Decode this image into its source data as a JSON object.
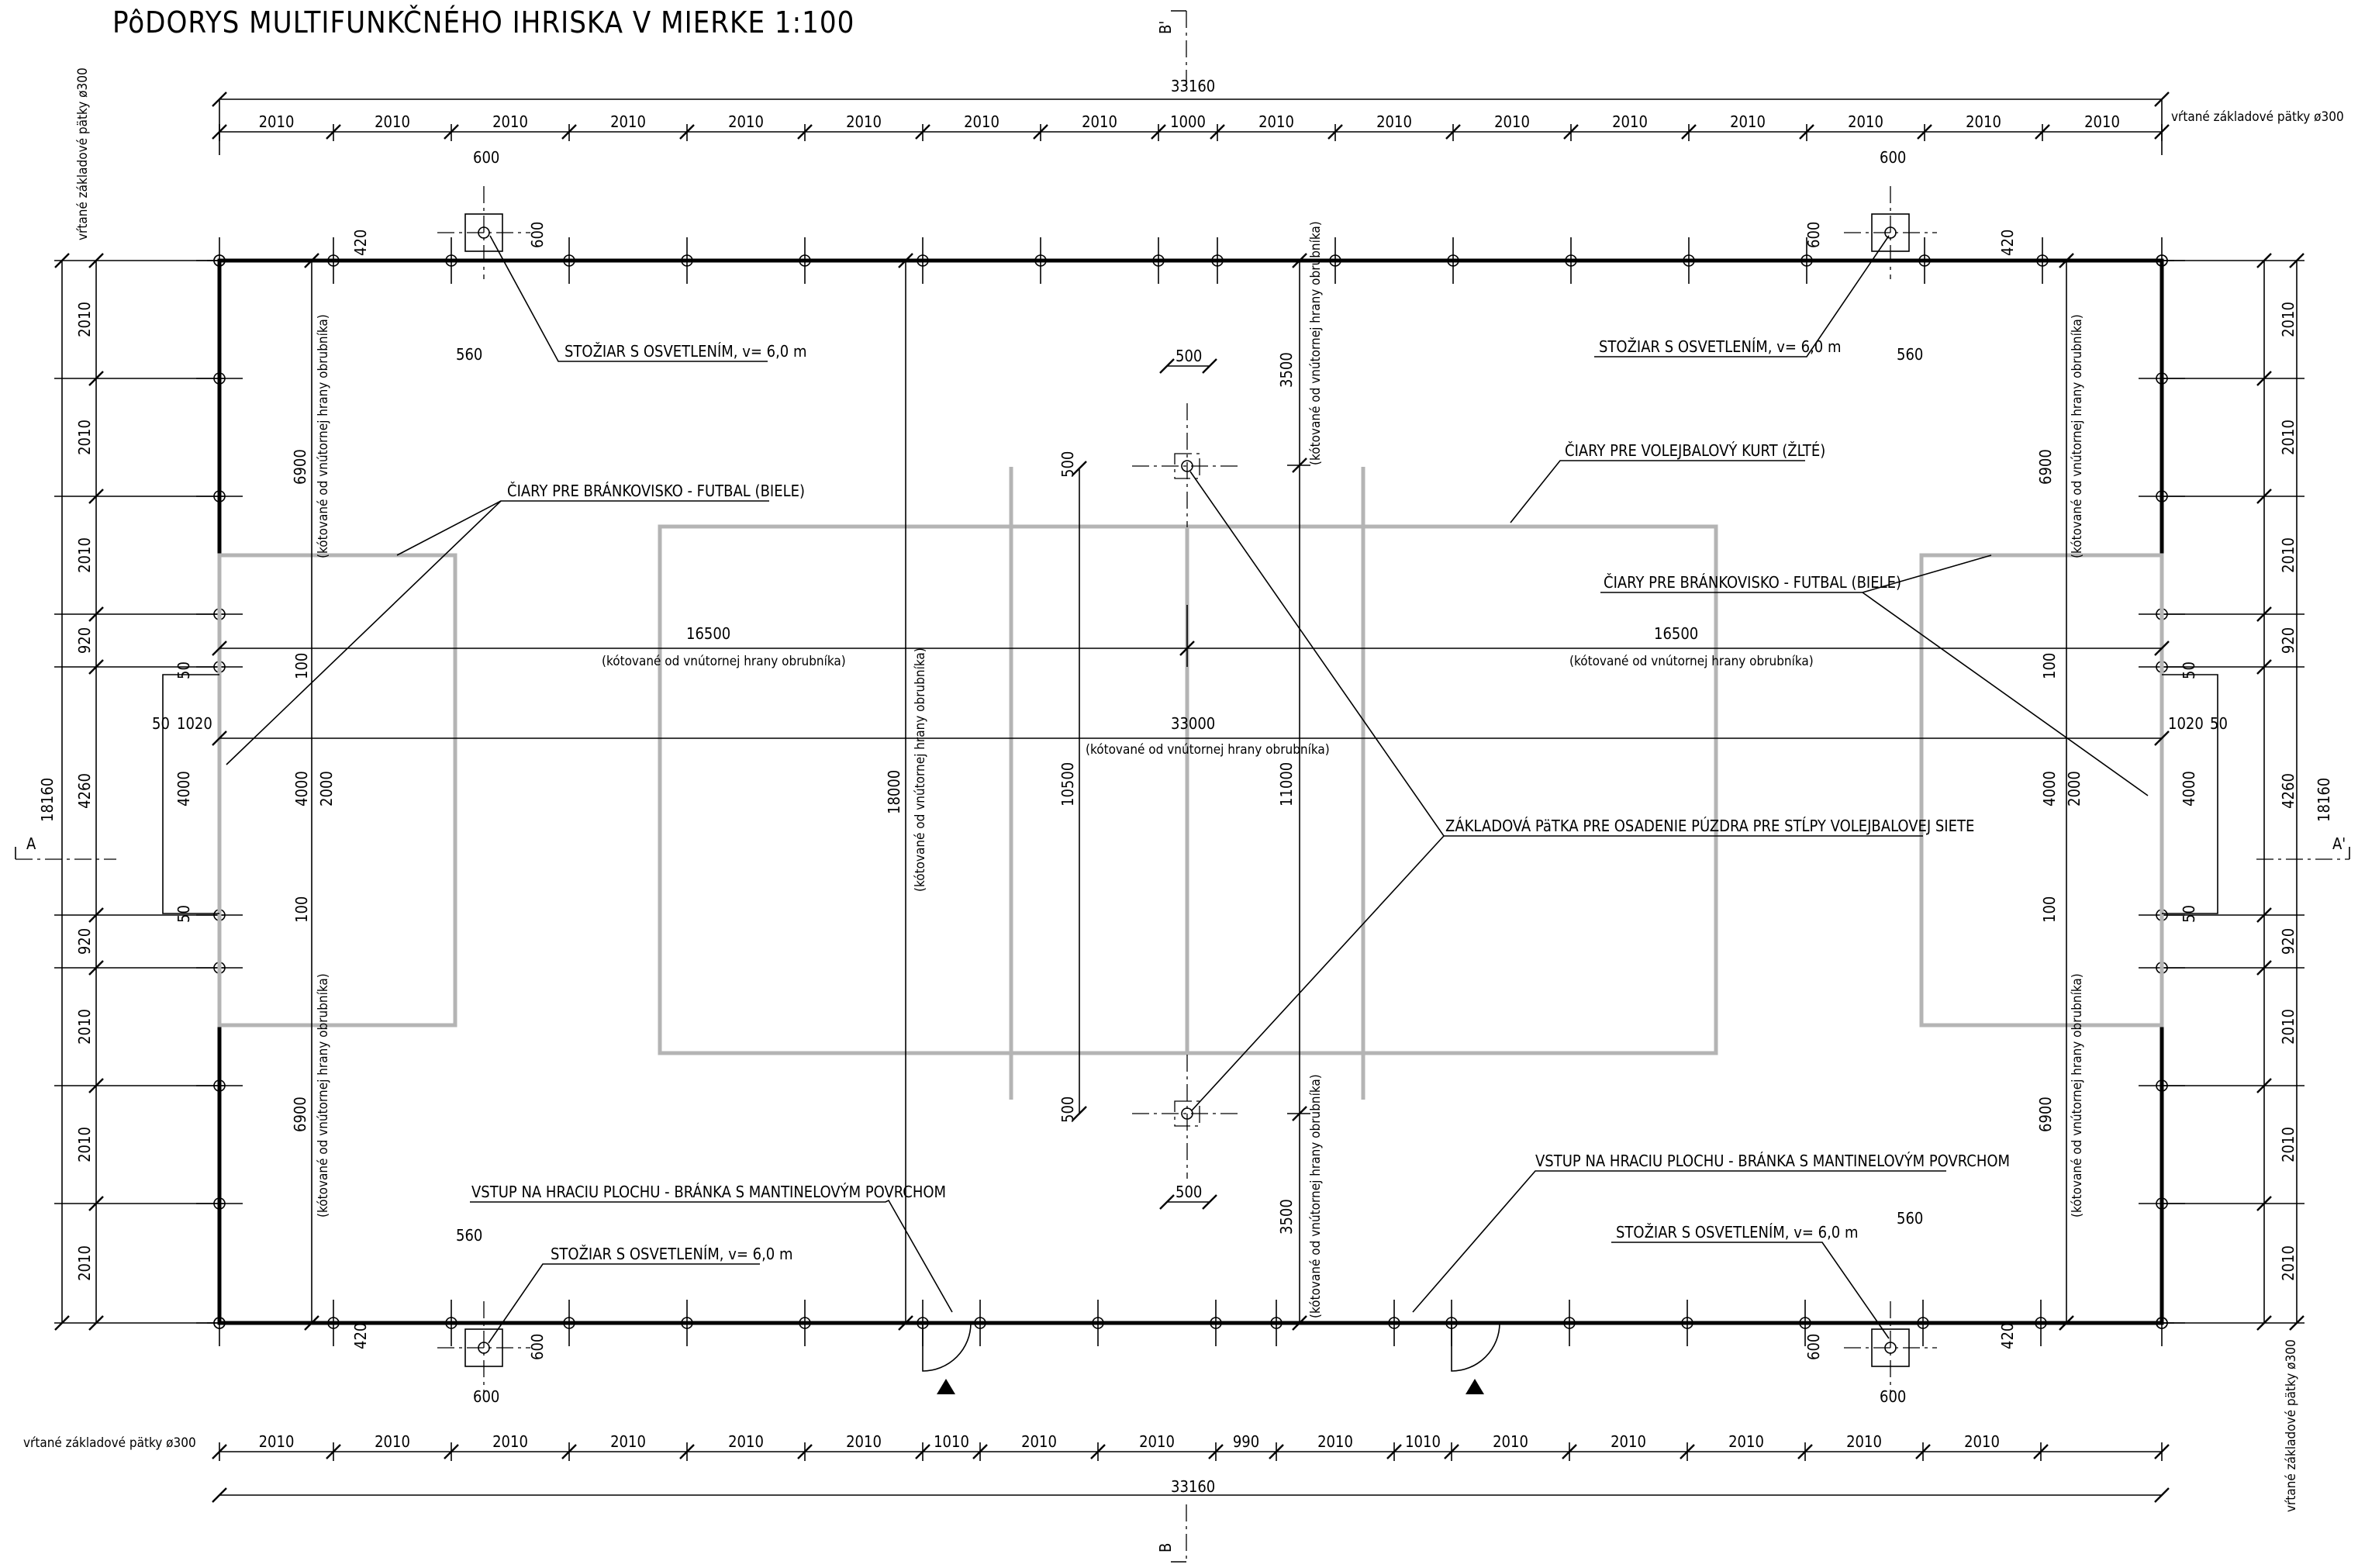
{
  "title": "PôDORYS MULTIFUNKČNÉHO IHRISKA V MIERKE 1:100",
  "sections": {
    "a_left": "A",
    "a_right": "A'",
    "b_top": "B'",
    "b_bottom": "B"
  },
  "footing_note": "vŕtané základové pätky ø300",
  "top_total": "33160",
  "top_dims": [
    "2010",
    "2010",
    "2010",
    "2010",
    "2010",
    "2010",
    "2010",
    "2010",
    "1000",
    "2010",
    "2010",
    "2010",
    "2010",
    "2010",
    "2010",
    "2010",
    "2010"
  ],
  "bottom_total": "33160",
  "bottom_dims": [
    "2010",
    "2010",
    "2010",
    "2010",
    "2010",
    "2010",
    "1010",
    "2010",
    "2010",
    "990",
    "2010",
    "1010",
    "2010",
    "2010",
    "2010",
    "2010",
    "2010"
  ],
  "left_total": "18160",
  "side_dims": [
    "2010",
    "2010",
    "2010",
    "920",
    "4260",
    "920",
    "2010",
    "2010",
    "2010"
  ],
  "small": {
    "d600": "600",
    "d420": "420",
    "d560": "560",
    "d500": "500",
    "d50": "50",
    "d1020": "1020",
    "d100": "100",
    "d4000": "4000",
    "d2000": "2000"
  },
  "inner": {
    "d6900": "6900",
    "d16500": "16500",
    "d33000": "33000",
    "d18000": "18000",
    "d10500": "10500",
    "d11000": "11000",
    "d3500": "3500",
    "note": "(kótované od vnútornej hrany obrubníka)"
  },
  "labels": {
    "mast": "STOŽIAR S OSVETLENÍM, v= 6,0 m",
    "goal_lines": "ČIARY PRE BRÁNKOVISKO - FUTBAL (BIELE)",
    "volley_lines": "ČIARY PRE VOLEJBALOVÝ KURT (ŽLTÉ)",
    "net_footing": "ZÁKLADOVÁ PäTKA PRE OSADENIE PÚZDRA PRE STĹPY VOLEJBALOVEJ SIETE",
    "entry": "VSTUP NA HRACIU PLOCHU - BRÁNKA S MANTINELOVÝM POVRCHOM"
  }
}
